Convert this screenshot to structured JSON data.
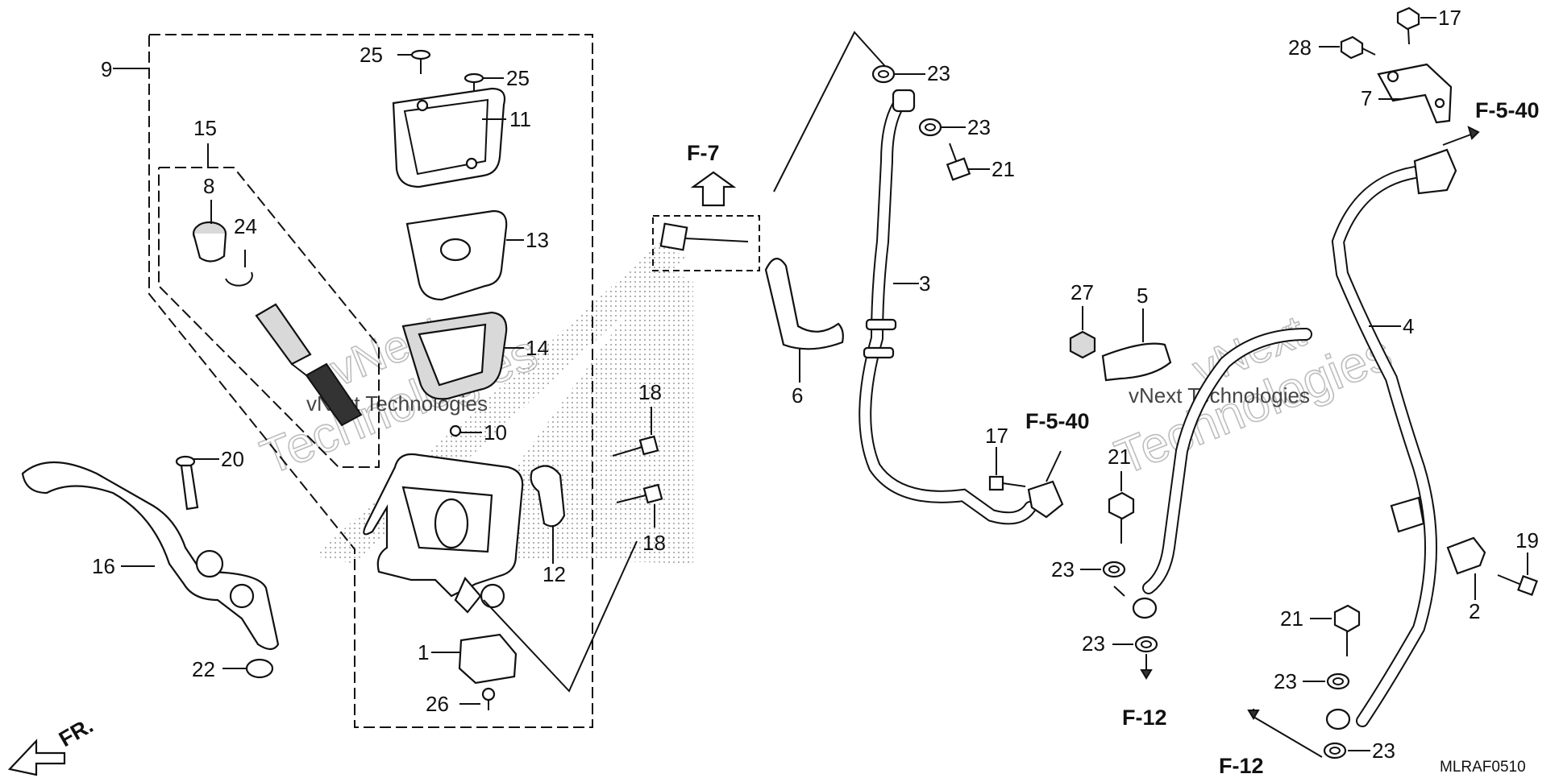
{
  "diagram": {
    "part_labels": {
      "p1": "1",
      "p2": "2",
      "p3": "3",
      "p4": "4",
      "p5": "5",
      "p6": "6",
      "p7": "7",
      "p8": "8",
      "p9": "9",
      "p10": "10",
      "p11": "11",
      "p12": "12",
      "p13": "13",
      "p14": "14",
      "p15": "15",
      "p16": "16",
      "p17a": "17",
      "p17b": "17",
      "p18a": "18",
      "p18b": "18",
      "p19": "19",
      "p20": "20",
      "p21a": "21",
      "p21b": "21",
      "p21c": "21",
      "p22": "22",
      "p23a": "23",
      "p23b": "23",
      "p23c": "23",
      "p23d": "23",
      "p23e": "23",
      "p23f": "23",
      "p24": "24",
      "p25a": "25",
      "p25b": "25",
      "p26": "26",
      "p27": "27",
      "p28": "28"
    },
    "refs": {
      "f7": "F-7",
      "f540_top": "F-5-40",
      "f540_mid": "F-5-40",
      "f12_a": "F-12",
      "f12_b": "F-12",
      "front": "FR."
    },
    "diagram_code": "MLRAF0510",
    "watermarks": {
      "a": "vNext",
      "b": "Technologies",
      "c": "vNext Technologies"
    }
  }
}
